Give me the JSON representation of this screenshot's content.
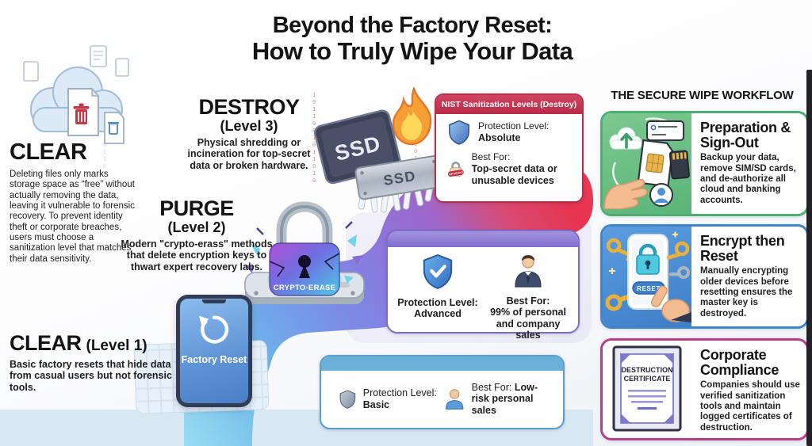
{
  "title": {
    "line1": "Beyond the Factory Reset:",
    "line2": "How to Truly Wipe Your Data"
  },
  "intro": {
    "heading": "CLEAR",
    "body": "Deleting files only marks storage space as “free” without actually removing the data, leaving it vulnerable to forensic recovery. To prevent identity theft or corporate breaches, users must choose a sanitization level that matches their data sensitivity."
  },
  "levels": {
    "destroy": {
      "name": "DESTROY",
      "sub": "(Level 3)",
      "desc": "Physical shredding or incineration for top-secret data or broken hardware."
    },
    "purge": {
      "name": "PURGE",
      "sub": "(Level 2)",
      "desc": "Modern \"crypto-erass\" methods that delete encryption keys to thwart expert recovery labs."
    },
    "clear": {
      "name": "CLEAR",
      "sub": "(Level 1)",
      "desc": "Basic factory resets that hide data from casual users but not forensic tools."
    }
  },
  "labels": {
    "ssd_top": "SSD",
    "ssd_drive": "SSD",
    "crypto_erase": "CRYPTO-ERASE",
    "factory_reset": "Factory Reset",
    "top_secret": "TOP SECRET",
    "reset_button": "RESET",
    "cert_line1": "DESTRUCTION",
    "cert_line2": "CERTIFICATE"
  },
  "nist": {
    "destroy": {
      "header": "NIST Sanitization Levels (Destroy)",
      "protection_label": "Protection Level:",
      "protection_value": "Absolute",
      "best_label": "Best For:",
      "best_value": "Top-secret data or unusable devices"
    },
    "purge": {
      "protection_label": "Protection Level:",
      "protection_value": "Advanced",
      "best_label": "Best For:",
      "best_value": "99% of personal and company sales"
    },
    "clear": {
      "protection_label": "Protection Level:",
      "protection_value": "Basic",
      "best_label": "Best For:",
      "best_value": "Low-risk personal sales"
    }
  },
  "workflow": {
    "heading": "THE SECURE WIPE WORKFLOW",
    "steps": [
      {
        "title": "Preparation & Sign-Out",
        "body": "Backup your data, remove SIM/SD cards, and de-authorize all cloud and banking accounts."
      },
      {
        "title": "Encrypt then Reset",
        "body": "Manually encrypting older devices before resetting ensures the master key is destroyed."
      },
      {
        "title": "Corporate Compliance",
        "body": "Companies should use verified sanitization tools and maintain logged certificates of destruction."
      }
    ]
  },
  "decor": {
    "binary": "1\n0\n1\n1\n0\n0\n1\n0\n1\n1\n0\n1\n0"
  },
  "colors": {
    "stair_blue": "#7fc6ec",
    "stair_purple": "#8a78d8",
    "stair_red": "#e63c56",
    "nist_red": "#b93049",
    "nist_purple": "#7d6cc8",
    "nist_blue": "#5b9fd0",
    "wf_green": "#4fae74",
    "wf_blue": "#3f85c8",
    "wf_pink": "#b83e8c"
  }
}
